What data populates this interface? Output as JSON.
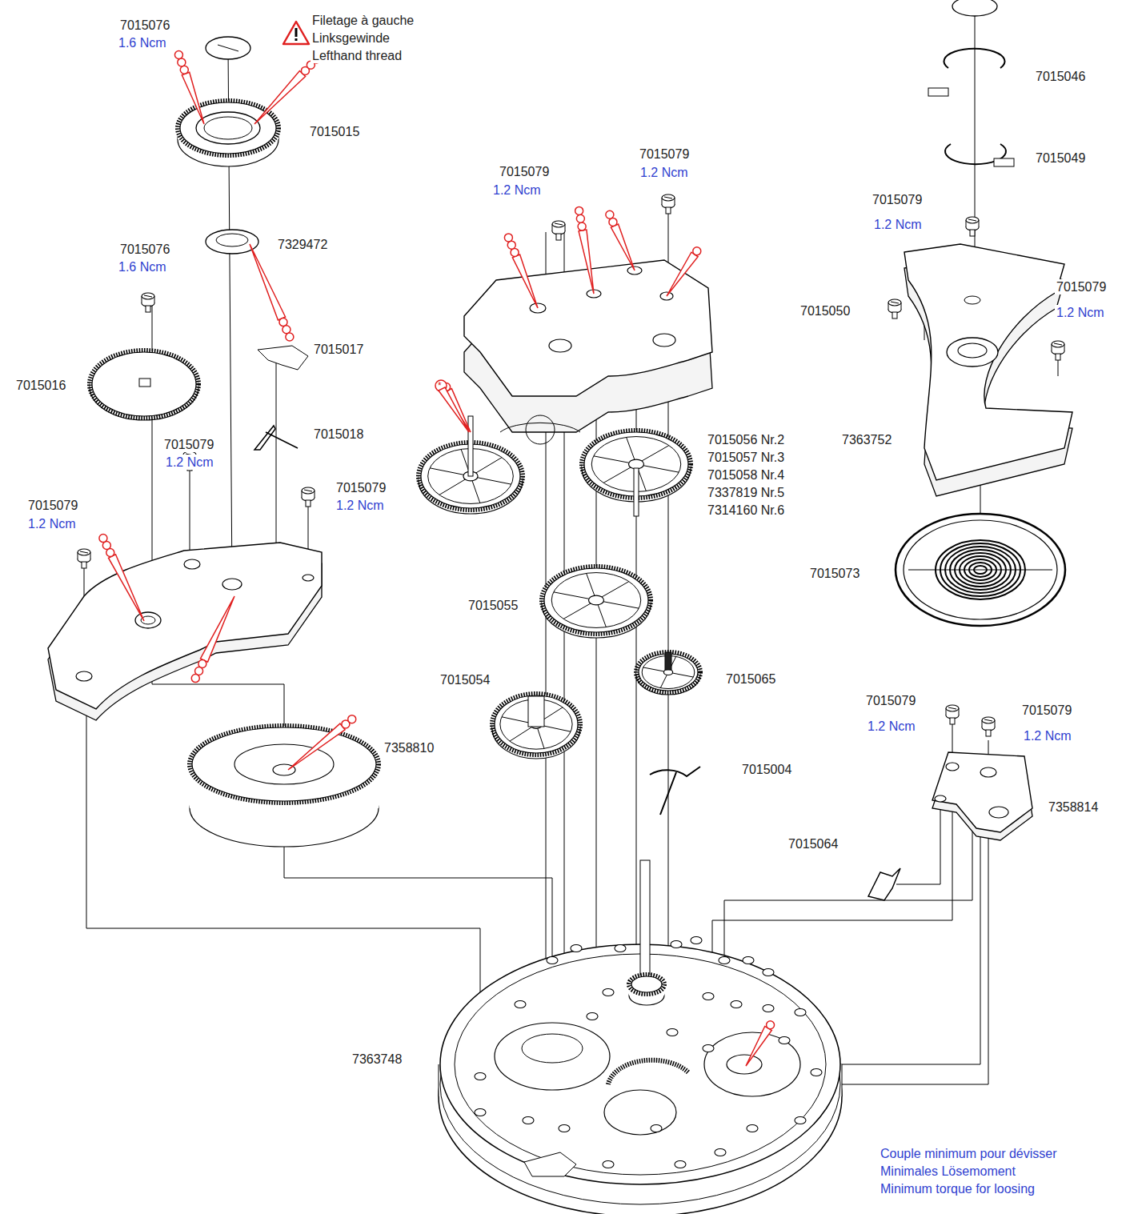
{
  "diagram": {
    "labels": [
      "7015076",
      "1.6 Ncm",
      "Filetage à gauche",
      "Linksgewinde",
      "Lefthand thread",
      "7015046",
      "7015015",
      "7015049",
      "7015079",
      "1.2 Ncm",
      "7015079",
      "1.2 Ncm",
      "7015079",
      "1.2 Ncm",
      "7015076",
      "1.6 Ncm",
      "7329472",
      "7015079",
      "1.2 Ncm",
      "7015050",
      "7015017",
      "7015016",
      "7015018",
      "7015056 Nr.2",
      "7015057 Nr.3",
      "7015058 Nr.4",
      "7337819 Nr.5",
      "7314160 Nr.6",
      "7363752",
      "7015079",
      "1.2 Ncm",
      "7015079",
      "1.2 Ncm",
      "7015079",
      "1.2 Ncm",
      "7015073",
      "7015055",
      "7015054",
      "7015065",
      "7015079",
      "1.2 Ncm",
      "7015079",
      "1.2 Ncm",
      "7358810",
      "7015004",
      "7358814",
      "7015064",
      "7363748",
      "Couple minimum pour dévisser",
      "Minimales Lösemoment",
      "Minimum torque for loosing",
      "*"
    ]
  }
}
